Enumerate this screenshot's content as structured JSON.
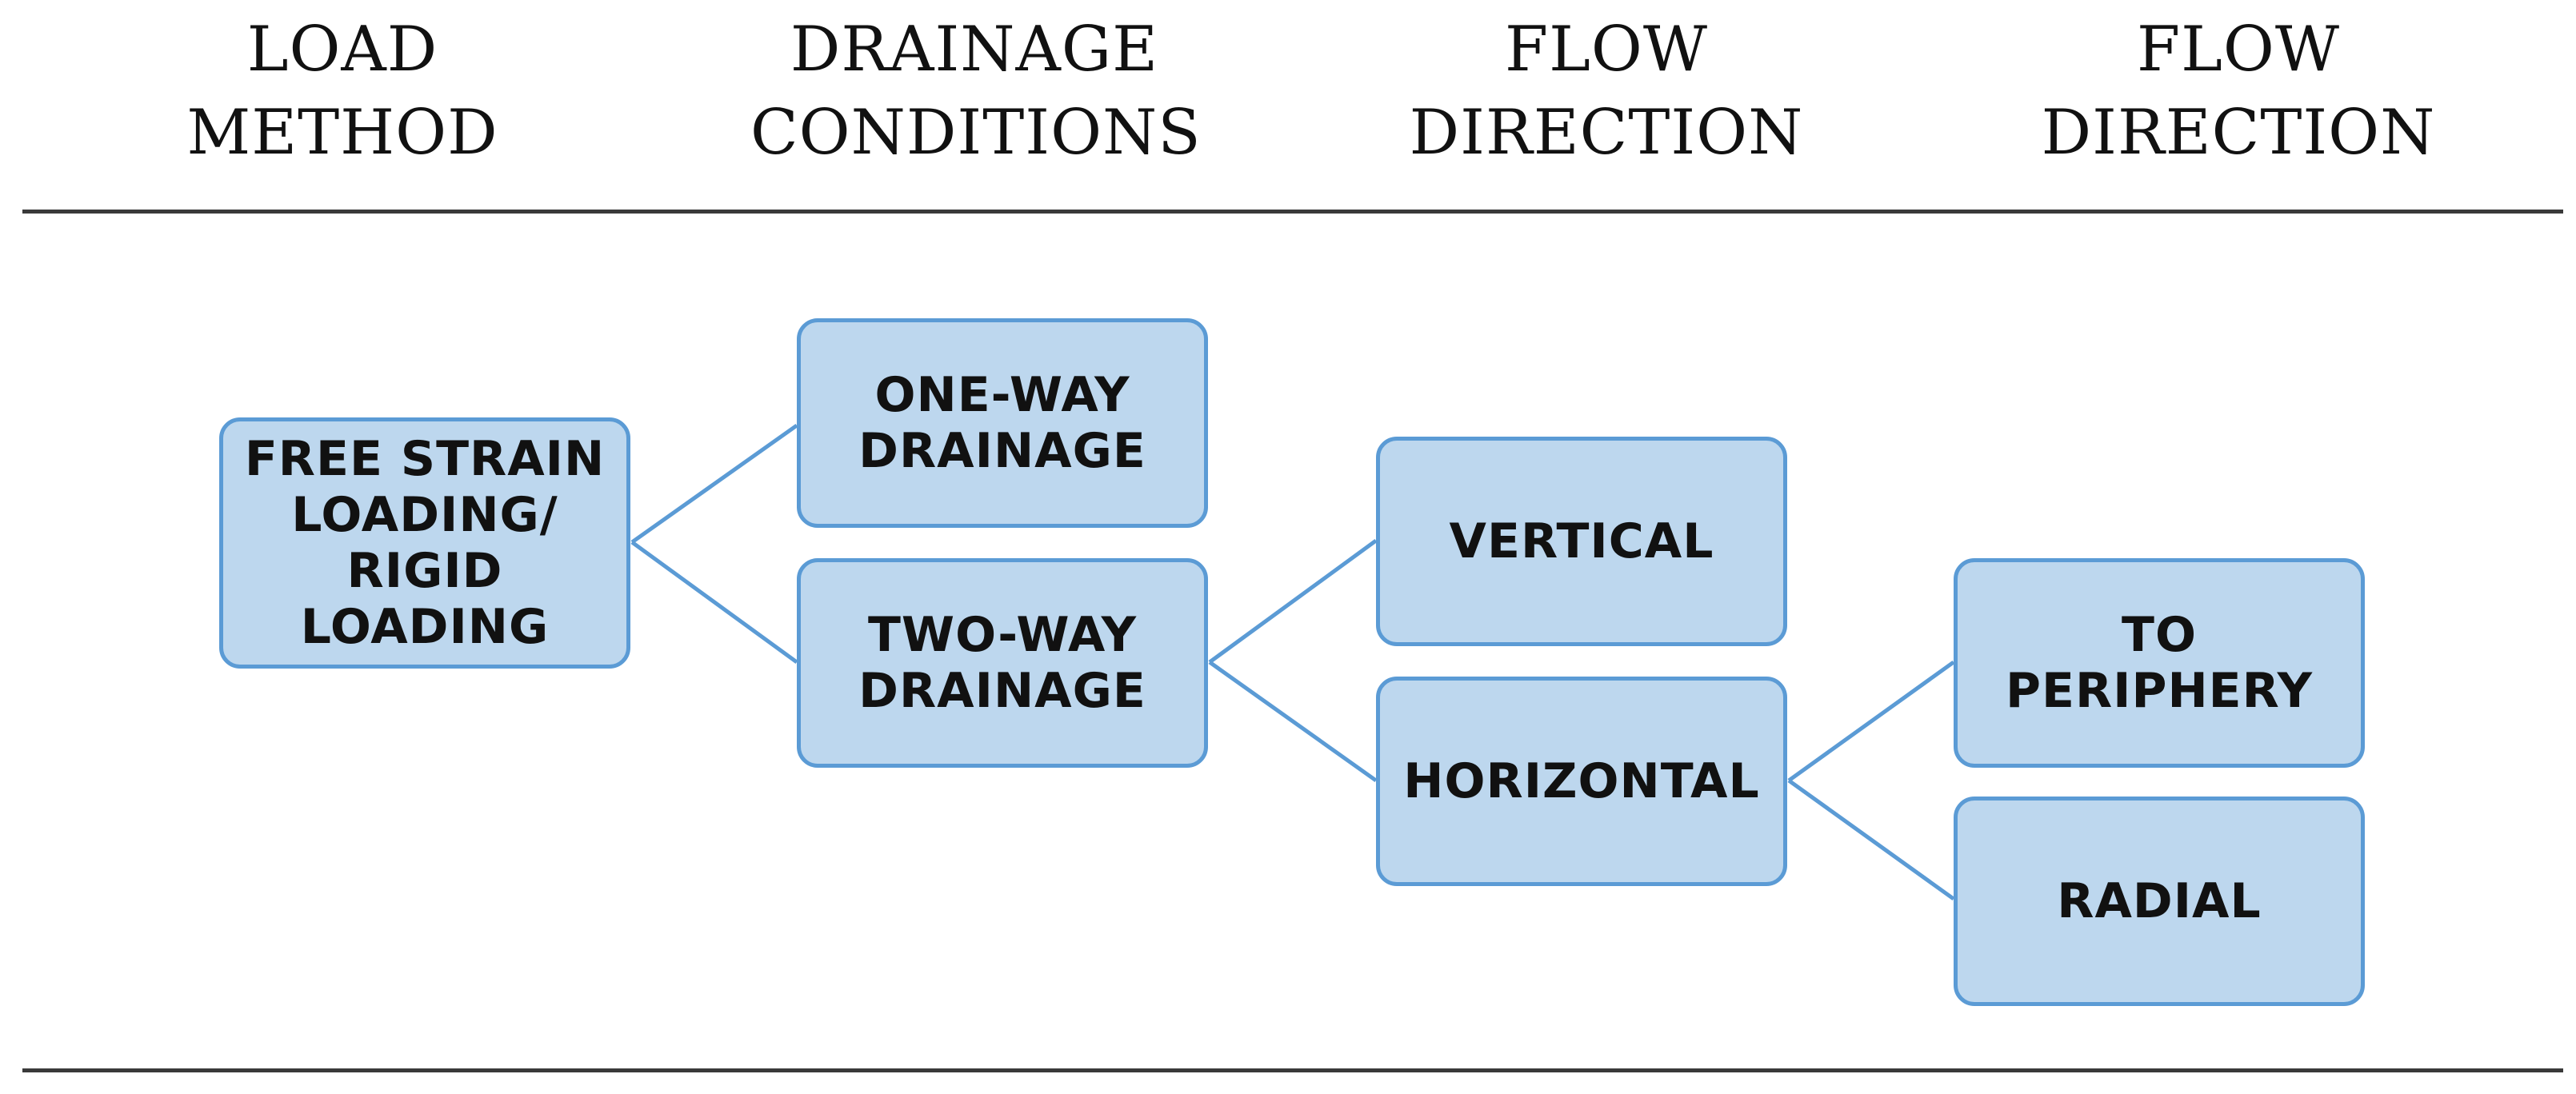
{
  "headers": [
    {
      "line1": "LOAD",
      "line2": "METHOD"
    },
    {
      "line1": "DRAINAGE",
      "line2": "CONDITIONS"
    },
    {
      "line1": "FLOW",
      "line2": "DIRECTION"
    },
    {
      "line1": "FLOW",
      "line2": "DIRECTION"
    }
  ],
  "nodes": {
    "load_method": "FREE STRAIN\nLOADING/\nRIGID\nLOADING",
    "one_way": "ONE-WAY\nDRAINAGE",
    "two_way": "TWO-WAY\nDRAINAGE",
    "vertical": "VERTICAL",
    "horizontal": "HORIZONTAL",
    "to_periphery": "TO\nPERIPHERY",
    "radial": "RADIAL"
  },
  "colors": {
    "box_fill": "#bdd7ee",
    "box_border": "#5b9bd5",
    "connector": "#5b9bd5",
    "rule": "#3a3a3a"
  }
}
